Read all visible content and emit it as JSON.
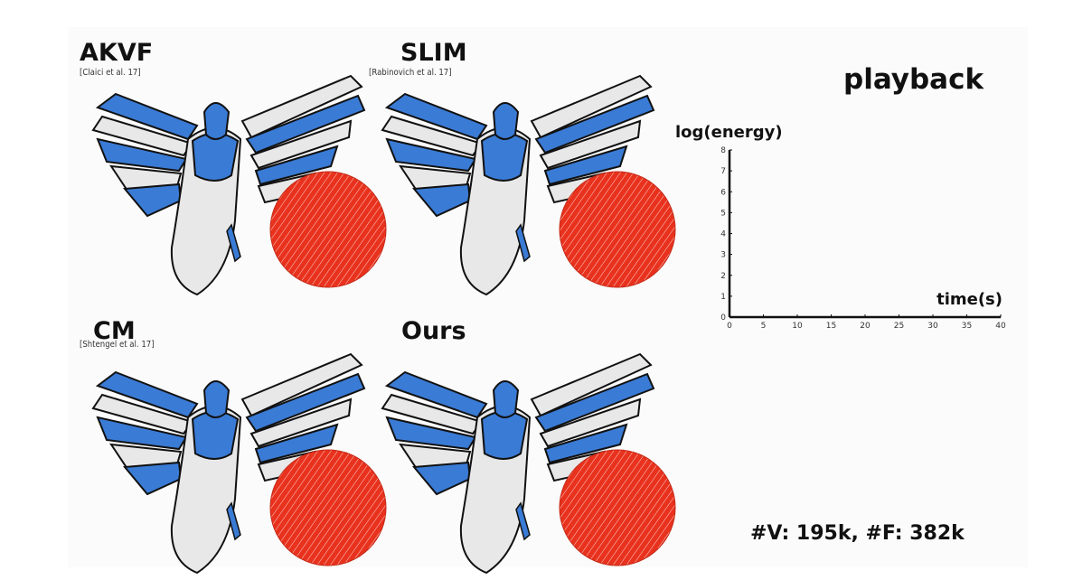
{
  "panels": [
    {
      "method": "AKVF",
      "citation": "[Claici et al. 17]"
    },
    {
      "method": "SLIM",
      "citation": "[Rabinovich et al. 17]"
    },
    {
      "method": "CM",
      "citation": "[Shtengel et al. 17]"
    },
    {
      "method": "Ours",
      "citation": ""
    }
  ],
  "playback_label": "playback",
  "stats_text": "#V: 195k, #F: 382k",
  "colors": {
    "mesh_blue": "#3a7bd5",
    "mesh_white": "#e8e8e8",
    "mesh_black": "#111111",
    "uv_red": "#e8321e"
  },
  "chart_data": {
    "type": "line",
    "ylabel": "log(energy)",
    "xlabel": "time(s)",
    "xlim": [
      0,
      40
    ],
    "ylim": [
      0,
      8
    ],
    "xticks": [
      0,
      5,
      10,
      15,
      20,
      25,
      30,
      35,
      40
    ],
    "yticks": [
      0,
      1,
      2,
      3,
      4,
      5,
      6,
      7,
      8
    ],
    "grid": false,
    "series": []
  }
}
